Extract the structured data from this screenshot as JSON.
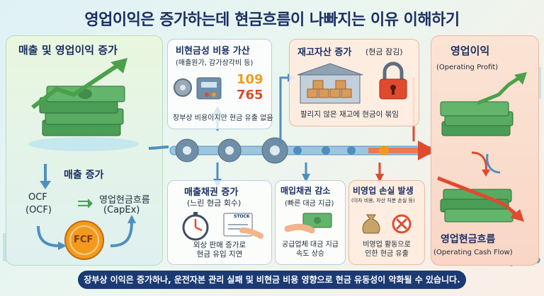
{
  "title": "영업이익은 증가하는데 현금흐름이 나빠지는 이유 이해하기",
  "left": {
    "header": "매출 및 영업이익 증가",
    "sales_label": "매출 증가",
    "ocf_label": "OCF",
    "ocf_paren": "(OCF)",
    "capex_label": "영업현금흐름",
    "capex_paren": "(CapEx)",
    "coin_label": "FCF"
  },
  "noncash": {
    "header": "비현금성 비용 가산",
    "sub": "(매출원가, 감가상각비 등)",
    "num1": "109",
    "num2": "765",
    "caption": "장부상 비용이지만 현금 유출 없음"
  },
  "inventory": {
    "header": "재고자산 증가",
    "sub": "(현금 잠김)",
    "caption": "팔리지 않은 재고에 현금이 묶임"
  },
  "receivables": {
    "header": "매출채권 증가",
    "sub": "(느린 현금 회수)",
    "doc_label": "STOCK",
    "caption_line1": "외상 판매 증가로",
    "caption_line2": "현금 유입 지연"
  },
  "payables": {
    "header": "매입채권 감소",
    "sub": "(빠른 대금 지급)",
    "caption_line1": "공급업체 대금 지급",
    "caption_line2": "속도 상승"
  },
  "nonop": {
    "header": "비영업 손실 발생",
    "sub": "(이자 비용, 자산 처분 손실 등)",
    "caption_line1": "비영업 활동으로",
    "caption_line2": "인한 현금 유출"
  },
  "right": {
    "top_label": "영업이익",
    "top_sub": "(Operating Profit)",
    "bottom_label": "영업현금흐름",
    "bottom_sub": "(Operating Cash Flow)"
  },
  "footer": "장부상 이익은 증가하나, 운전자본 관리 실패 및 비현금 비용 영향으로 현금 유동성이 악화될 수 있습니다.",
  "colors": {
    "navy": "#1b2f63",
    "money_green": "#3e9b4f",
    "arrow_green": "#4aa14a",
    "arrow_red": "#e04a2f",
    "flow_blue": "#4f8fc0",
    "coin_orange": "#f39a1e"
  }
}
